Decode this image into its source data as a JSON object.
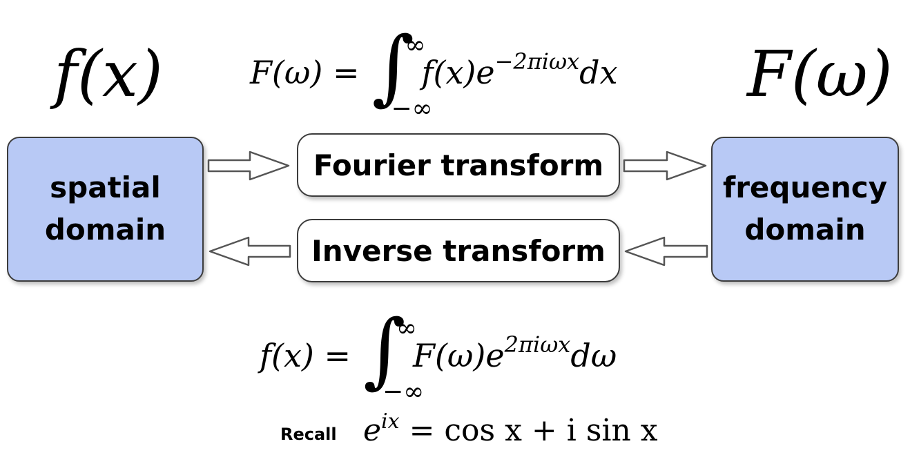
{
  "labels": {
    "spatial_line1": "spatial",
    "spatial_line2": "domain",
    "frequency_line1": "frequency",
    "frequency_line2": "domain",
    "fourier": "Fourier transform",
    "inverse": "Inverse transform",
    "recall": "Recall"
  },
  "math": {
    "big_left": "f(x)",
    "big_right": "F(ω)",
    "forward": {
      "lhs": "F(ω) =",
      "upper": "∞",
      "lower": "−∞",
      "integrand": "f(x)e",
      "exponent": "−2πiωx",
      "differential": "dx"
    },
    "inverse": {
      "lhs": "f(x) =",
      "upper": "∞",
      "lower": "−∞",
      "integrand": "F(ω)e",
      "exponent": "2πiωx",
      "differential": "dω"
    },
    "recall": {
      "base": "e",
      "exponent": "ix",
      "rhs": "= cos x + i sin x"
    }
  },
  "colors": {
    "domain_fill": "#b8c9f5",
    "box_border": "#3c3c3c",
    "arrow_fill": "#ffffff",
    "arrow_stroke": "#555555"
  }
}
